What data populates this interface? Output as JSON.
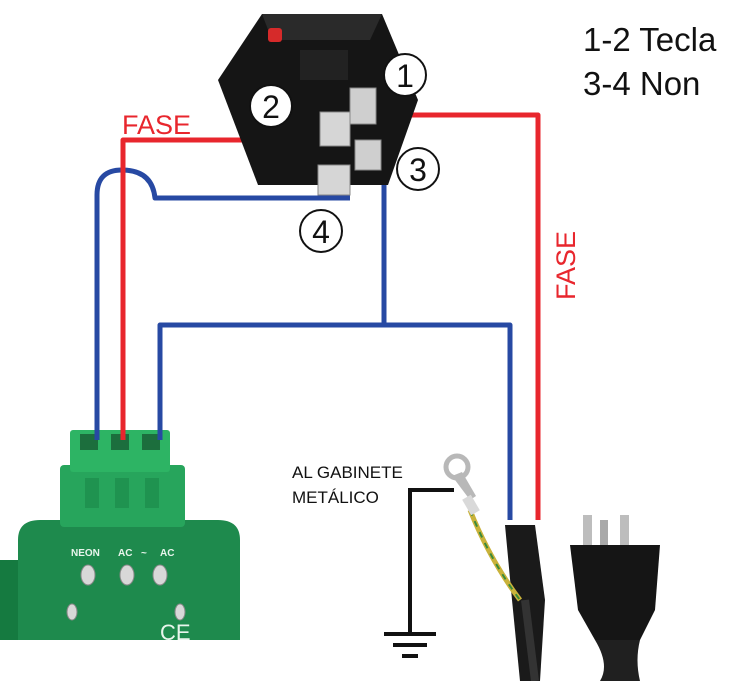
{
  "legend": {
    "line1": "1-2 Tecla",
    "line2": "3-4 Non"
  },
  "terminals": {
    "t1": "1",
    "t2": "2",
    "t3": "3",
    "t4": "4"
  },
  "wire_labels": {
    "fase_top": "FASE",
    "fase_right": "FASE"
  },
  "ground": {
    "line1": "AL GABINETE",
    "line2": "METÁLICO"
  },
  "board": {
    "label_neon": "NEON",
    "label_ac1": "AC",
    "label_tilde": "~",
    "label_ac2": "AC",
    "mark": "CE"
  },
  "colors": {
    "phase_wire": "#e8262d",
    "neutral_wire": "#2749a3",
    "board_green": "#1f8a4c",
    "switch_body": "#151515"
  }
}
